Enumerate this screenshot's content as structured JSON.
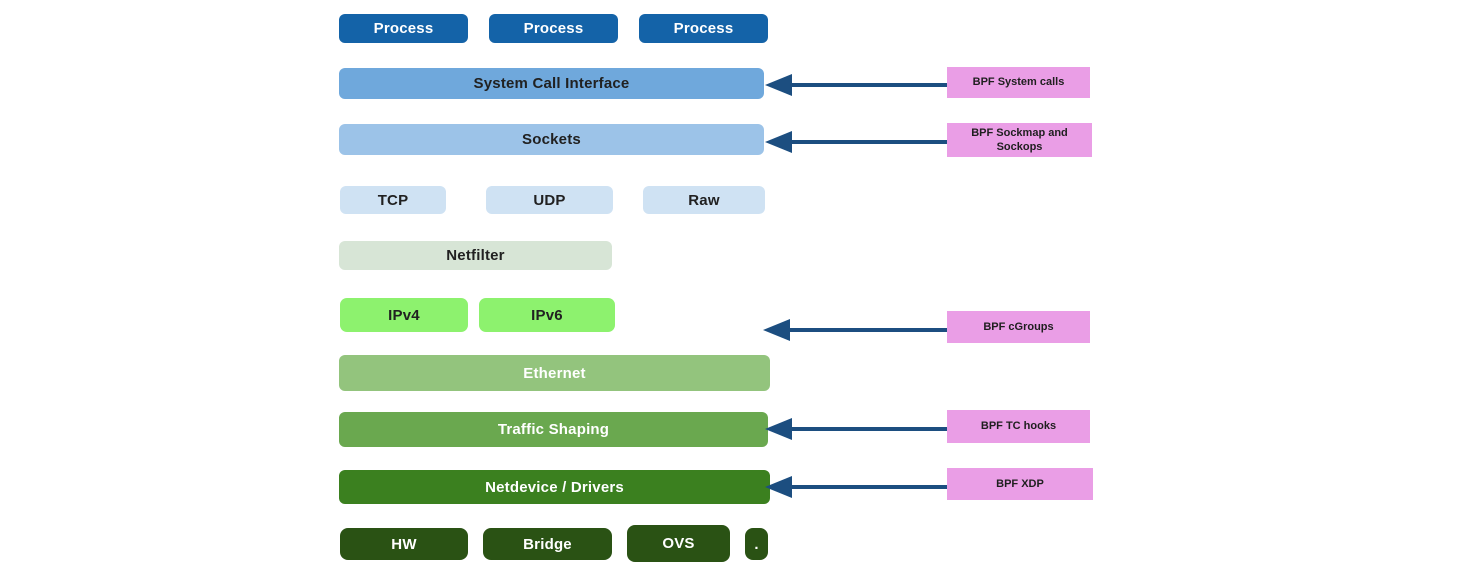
{
  "colors": {
    "process_blue": "#1463a8",
    "system_call_blue": "#6fa8dc",
    "sockets_blue": "#9cc3e8",
    "protocol_light_blue": "#cfe2f3",
    "netfilter_pale_green": "#d7e5d6",
    "ip_bright_green": "#8df26e",
    "ethernet_green": "#93c47d",
    "traffic_shaping_green": "#6aa84f",
    "netdevice_dark_green": "#3b801f",
    "hw_darkest_green": "#2a5214",
    "bpf_label_pink": "#ea9ee6",
    "arrow_navy": "#1c4e80",
    "background": "#ffffff"
  },
  "stack": {
    "process_row": [
      "Process",
      "Process",
      "Process"
    ],
    "system_call_interface": "System Call Interface",
    "sockets": "Sockets",
    "protocols": [
      "TCP",
      "UDP",
      "Raw"
    ],
    "netfilter": "Netfilter",
    "ip_layers": [
      "IPv4",
      "IPv6"
    ],
    "ethernet": "Ethernet",
    "traffic_shaping": "Traffic Shaping",
    "netdevice_drivers": "Netdevice / Drivers",
    "bottom_row": [
      "HW",
      "Bridge",
      "OVS",
      "."
    ]
  },
  "bpf_labels": [
    {
      "text": "BPF System calls"
    },
    {
      "text": "BPF Sockmap and Sockops"
    },
    {
      "text": "BPF cGroups"
    },
    {
      "text": "BPF TC hooks"
    },
    {
      "text": "BPF XDP"
    }
  ]
}
